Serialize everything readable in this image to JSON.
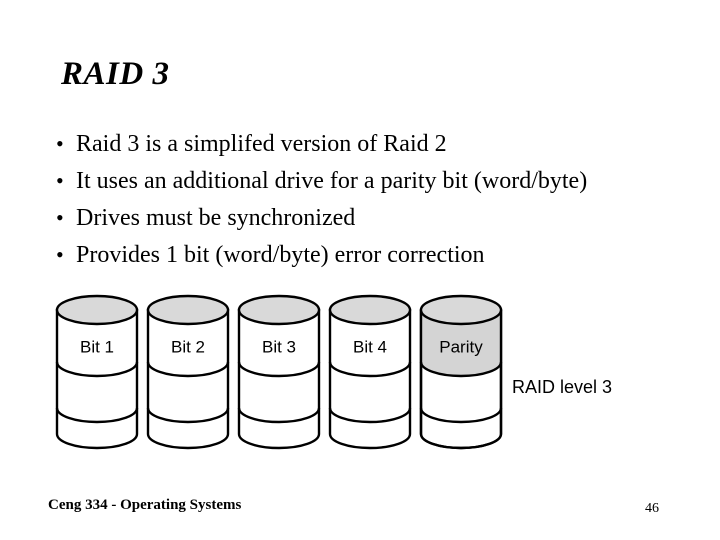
{
  "slide": {
    "title": "RAID 3",
    "bullet_marker": "•",
    "bullets": [
      {
        "text": "Raid 3 is a simplifed version of Raid 2"
      },
      {
        "text": "It uses an additional drive for a parity bit (word/byte)"
      },
      {
        "text": "Drives must be synchronized"
      },
      {
        "text": "Provides 1 bit (word/byte) error correction"
      }
    ],
    "footer": {
      "course": "Ceng 334 - Operating Systems",
      "page_number": "46"
    }
  },
  "diagram": {
    "caption": "RAID level 3",
    "colors": {
      "cylinder_top_fill": "#d9d9d9",
      "cylinder_body_fill": "#ffffff",
      "parity_band_fill": "#d4d4d4",
      "outline": "#000000",
      "background": "#ffffff"
    },
    "cylinders": [
      {
        "label": "Bit 1",
        "top_band_shaded": false
      },
      {
        "label": "Bit 2",
        "top_band_shaded": false
      },
      {
        "label": "Bit 3",
        "top_band_shaded": false
      },
      {
        "label": "Bit 4",
        "top_band_shaded": false
      },
      {
        "label": "Parity",
        "top_band_shaded": true
      }
    ]
  }
}
